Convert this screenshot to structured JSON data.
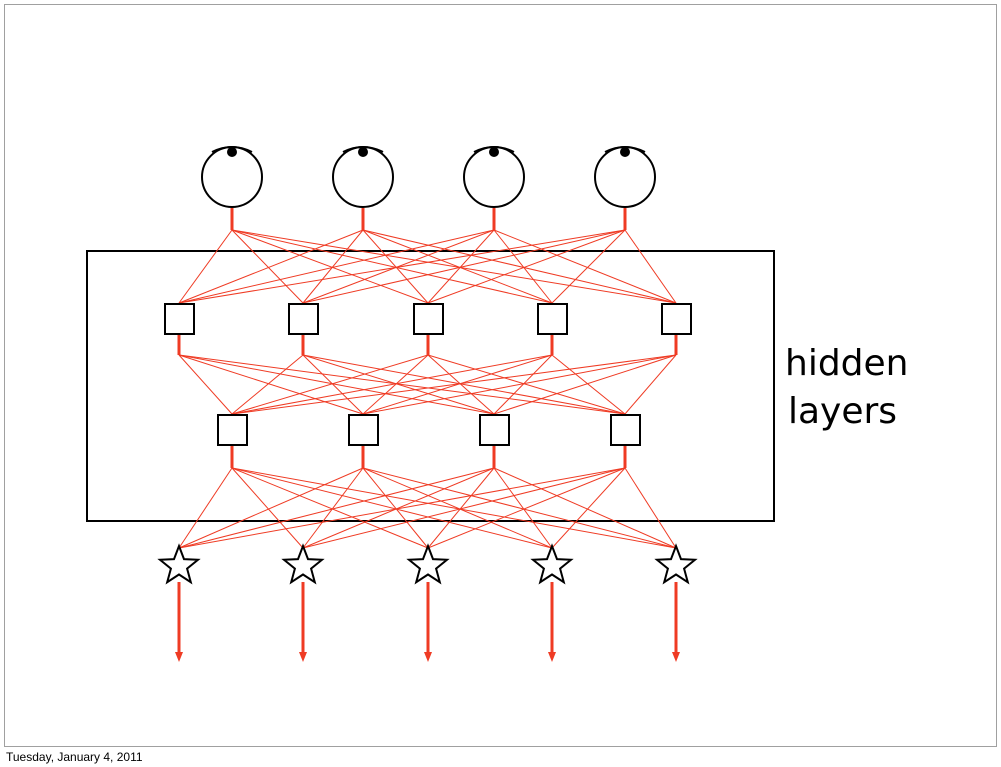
{
  "slide": {
    "label_line1": "hidden",
    "label_line2": "layers",
    "footer_date": "Tuesday, January 4, 2011"
  },
  "network": {
    "layers": [
      {
        "name": "input",
        "node": "eye-icon",
        "count": 4
      },
      {
        "name": "hidden-1",
        "node": "square",
        "count": 5
      },
      {
        "name": "hidden-2",
        "node": "square",
        "count": 4
      },
      {
        "name": "output",
        "node": "star-icon",
        "count": 5
      }
    ],
    "connections": "fully-connected",
    "output_arrows": true
  },
  "colors": {
    "connection": "#ef3b24",
    "outline": "#000000",
    "background": "#ffffff"
  }
}
